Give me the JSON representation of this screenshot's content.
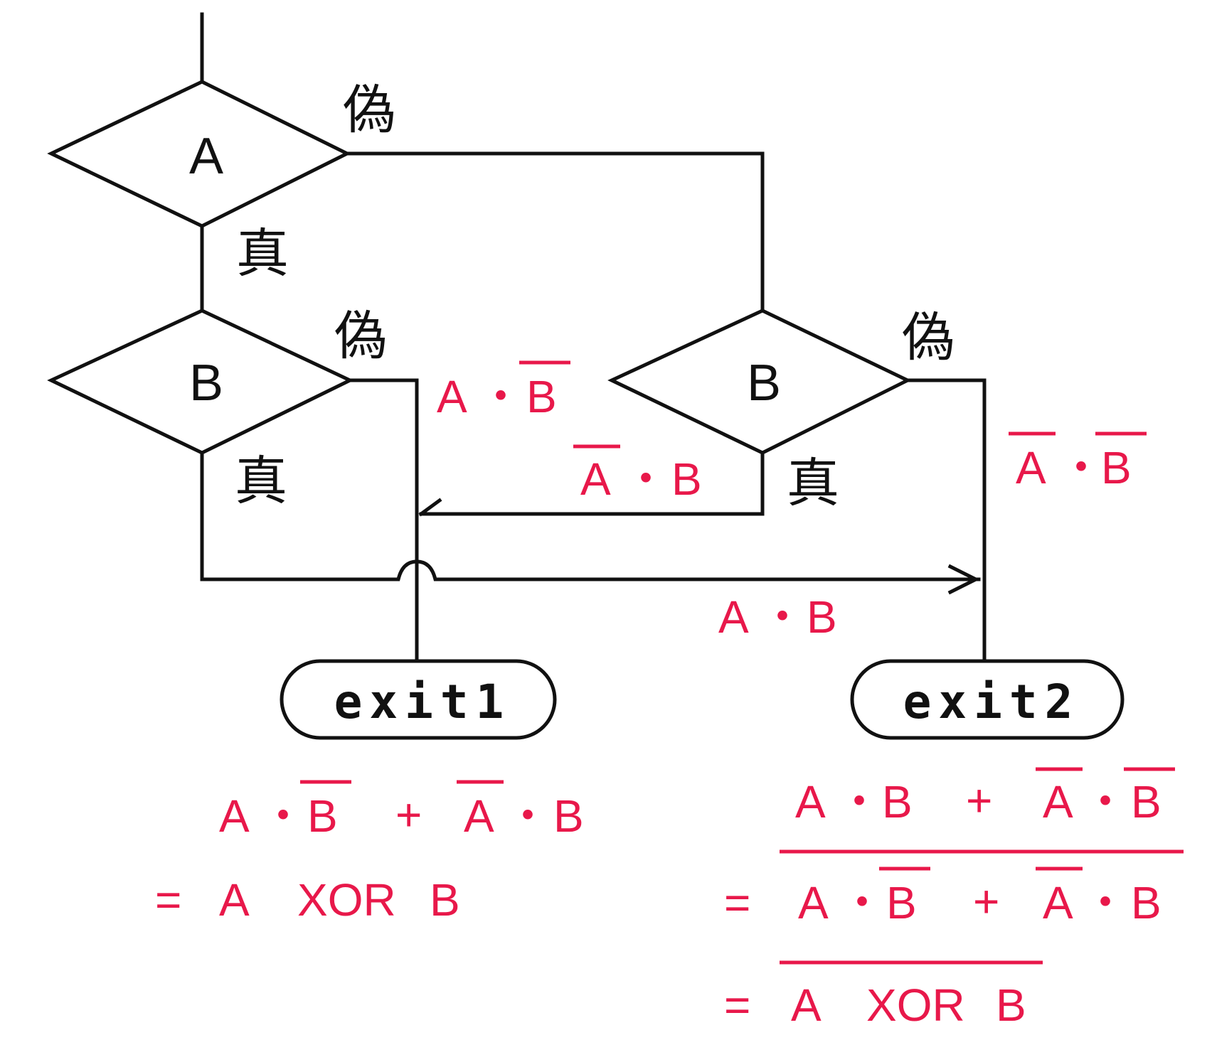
{
  "decisions": {
    "a_label": "A",
    "b1_label": "B",
    "b2_label": "B"
  },
  "branch_labels": {
    "a_false": "偽",
    "a_true": "真",
    "b1_false": "偽",
    "b1_true": "真",
    "b2_false": "偽",
    "b2_true": "真"
  },
  "terminals": {
    "exit1": "exit1",
    "exit2": "exit2"
  },
  "path_labels": {
    "a_and_not_b": {
      "a": "A",
      "dot": "・",
      "b": "B"
    },
    "not_a_and_b": {
      "a": "A",
      "dot": "・",
      "b": "B"
    },
    "not_a_and_not_b": {
      "a": "A",
      "dot": "・",
      "b": "B"
    },
    "a_and_b": {
      "a": "A",
      "dot": "・",
      "b": "B"
    }
  },
  "exit1_formula": {
    "line1": {
      "a1": "A",
      "dot1": "・",
      "b1": "B",
      "plus": "+",
      "a2": "A",
      "dot2": "・",
      "b2": "B"
    },
    "line2": {
      "eq": "=",
      "a": "A",
      "xor": "XOR",
      "b": "B"
    }
  },
  "exit2_formula": {
    "line1": {
      "a1": "A",
      "dot1": "・",
      "b1": "B",
      "plus": "+",
      "a2": "A",
      "dot2": "・",
      "b2": "B"
    },
    "line2": {
      "eq": "=",
      "a1": "A",
      "dot1": "・",
      "b1": "B",
      "plus": "+",
      "a2": "A",
      "dot2": "・",
      "b2": "B"
    },
    "line3": {
      "eq": "=",
      "a": "A",
      "xor": "XOR",
      "b": "B"
    }
  },
  "colors": {
    "ink": "#111111",
    "formula": "#e8184a"
  }
}
